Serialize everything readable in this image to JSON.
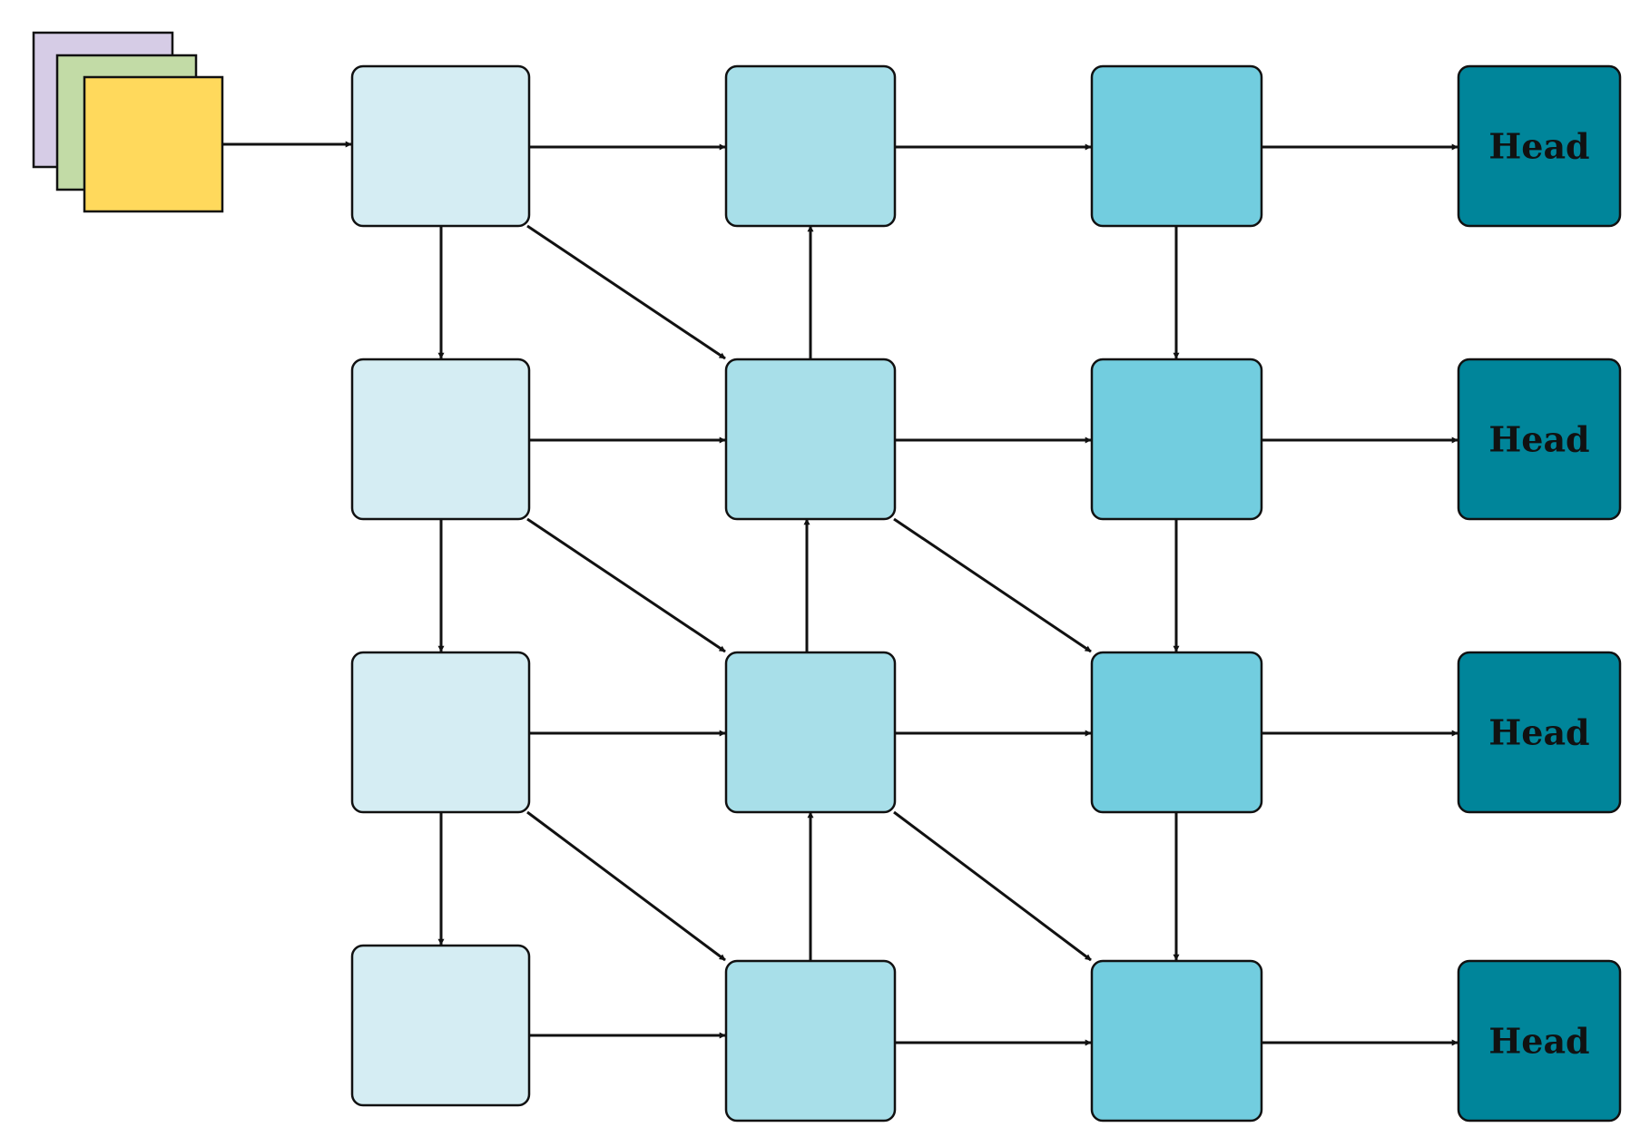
{
  "diagram": {
    "colors": {
      "background": "#ffffff",
      "stroke": "#111111",
      "input_layer_back": "#d6cce6",
      "input_layer_middle": "#c2dba6",
      "input_layer_front": "#ffd95c",
      "column_1": "#d5edf3",
      "column_2": "#a8dfe9",
      "column_3": "#72cddf",
      "head": "#00859a"
    },
    "input": {
      "description": "stack of three input feature maps",
      "layer_count": 3
    },
    "grid": {
      "rows": 4,
      "columns": 3
    },
    "heads": [
      {
        "label": "Head"
      },
      {
        "label": "Head"
      },
      {
        "label": "Head"
      },
      {
        "label": "Head"
      }
    ]
  }
}
